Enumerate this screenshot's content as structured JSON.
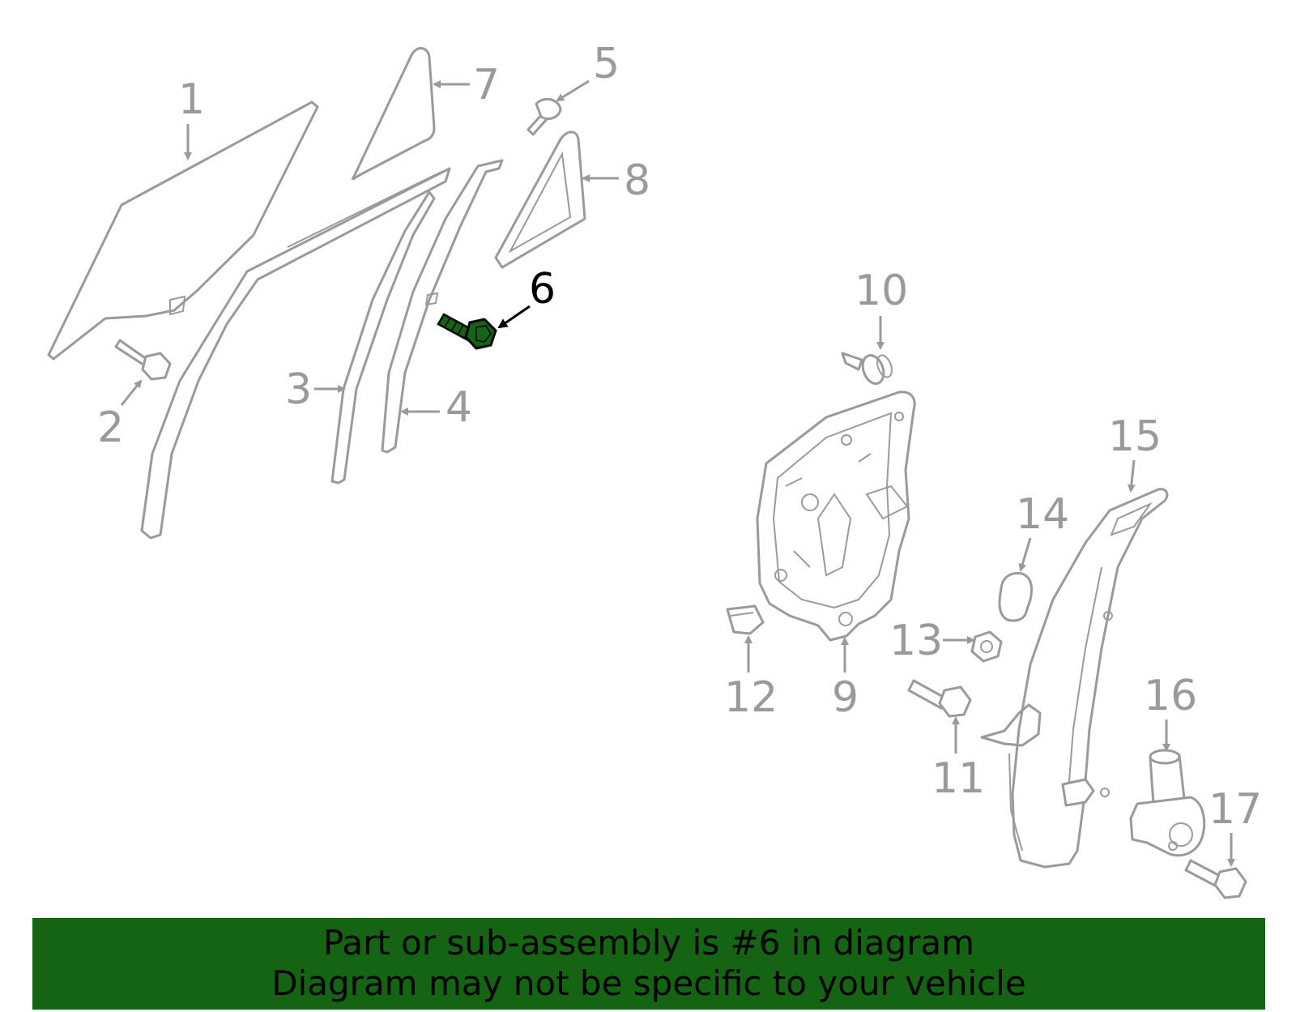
{
  "diagram": {
    "highlight_color": "#146414",
    "gray_color": "#9a9a9a",
    "callouts": [
      "1",
      "2",
      "3",
      "4",
      "5",
      "6",
      "7",
      "8",
      "9",
      "10",
      "11",
      "12",
      "13",
      "14",
      "15",
      "16",
      "17"
    ],
    "highlighted_part": "6"
  },
  "banner": {
    "line1": "Part or sub-assembly is #6 in diagram",
    "line2": "Diagram may not be specific to your vehicle",
    "background": "#146414"
  }
}
